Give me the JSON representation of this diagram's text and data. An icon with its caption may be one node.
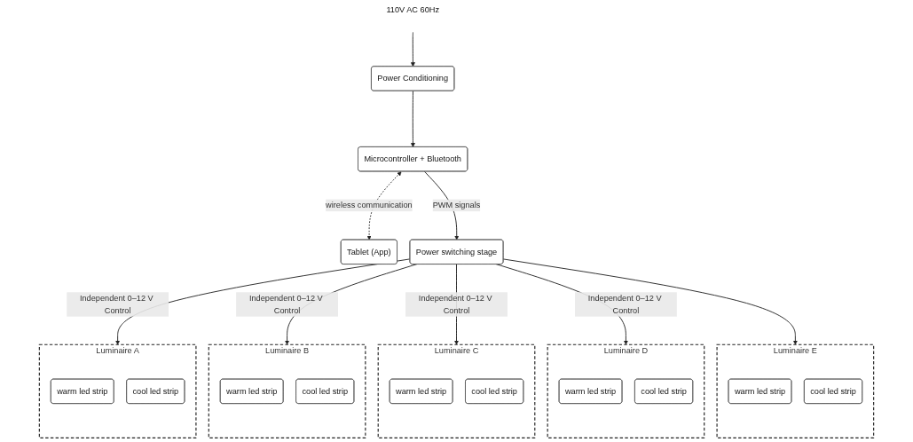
{
  "diagram": {
    "nodes": [
      {
        "text": [
          "110V AC 60Hz"
        ]
      },
      {
        "text": [
          "Power Conditioning"
        ]
      },
      {
        "text": [
          "Microcontroller + Bluetooth"
        ]
      },
      {
        "text": [
          "Tablet (App)"
        ]
      },
      {
        "text": [
          "Power switching stage"
        ]
      },
      {
        "text": [
          "Luminaire A"
        ]
      },
      {
        "text": [
          "warm led strip"
        ],
        "in": 5
      },
      {
        "text": [
          "cool led strip"
        ],
        "in": 5
      },
      {
        "text": [
          "Luminaire B"
        ]
      },
      {
        "text": [
          "warm led strip"
        ],
        "in": 8
      },
      {
        "text": [
          "cool led strip"
        ],
        "in": 8
      },
      {
        "text": [
          "Luminaire C"
        ]
      },
      {
        "text": [
          "warm led strip"
        ],
        "in": 11
      },
      {
        "text": [
          "cool led strip"
        ],
        "in": 11
      },
      {
        "text": [
          "Luminaire D"
        ]
      },
      {
        "text": [
          "warm led strip"
        ],
        "in": 14
      },
      {
        "text": [
          "cool led strip"
        ],
        "in": 14
      },
      {
        "text": [
          "Luminaire E"
        ]
      },
      {
        "text": [
          "warm led strip"
        ],
        "in": 17
      },
      {
        "text": [
          "cool led strip"
        ],
        "in": 17
      }
    ],
    "edges": [
      {
        "from": 0,
        "to": 1,
        "arrow": "to"
      },
      {
        "from": 1,
        "to": 2,
        "arrow": "to"
      },
      {
        "from": 2,
        "to": 3,
        "arrow": "both",
        "label": "wireless communication",
        "style": "dashed"
      },
      {
        "from": 2,
        "to": 4,
        "arrow": "to",
        "label": "PWM signals"
      },
      {
        "from": 4,
        "to": 5,
        "arrow": "to",
        "label": "Independent 0–12 V Control"
      },
      {
        "from": 4,
        "to": 8,
        "arrow": "to",
        "label": "Independent 0–12 V Control"
      },
      {
        "from": 4,
        "to": 11,
        "arrow": "to",
        "label": "Independent 0–12 V Control"
      },
      {
        "from": 4,
        "to": 14,
        "arrow": "to",
        "label": "Independent 0–12 V Control"
      },
      {
        "from": 4,
        "to": 17,
        "arrow": "to"
      }
    ]
  }
}
